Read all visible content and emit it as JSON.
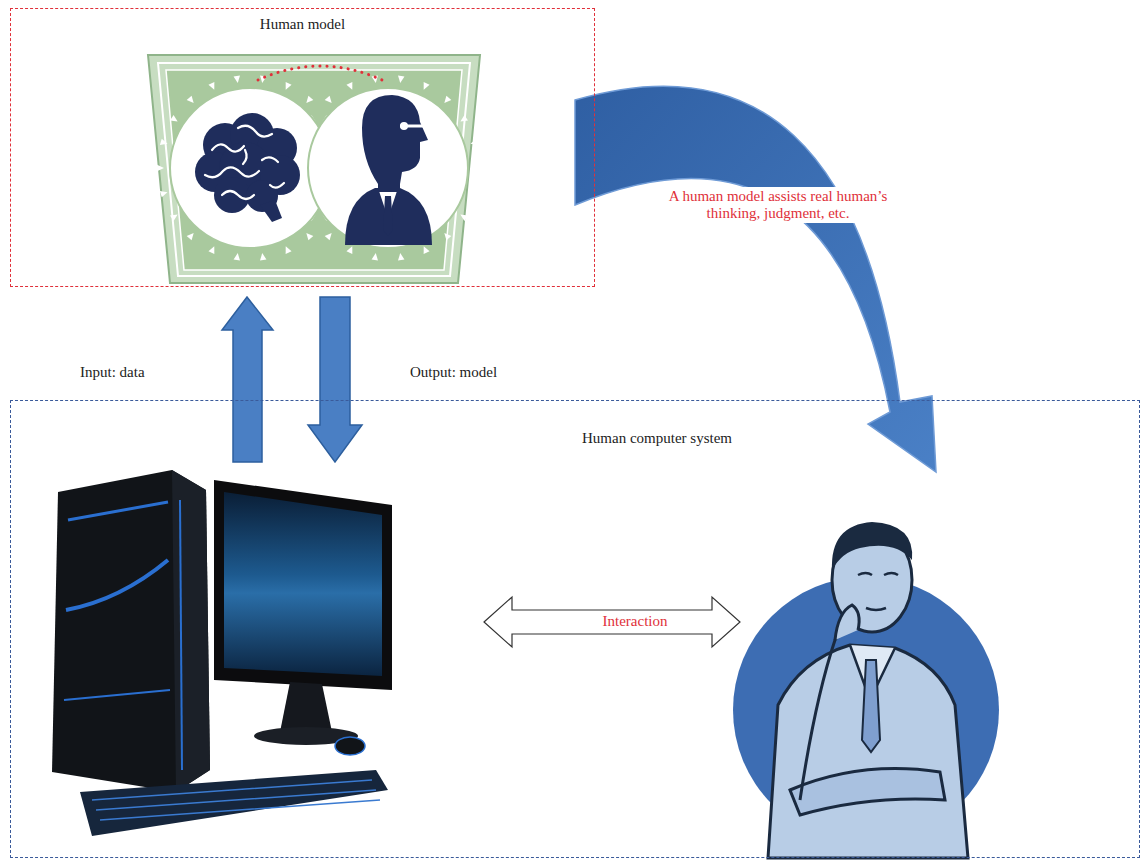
{
  "diagram": {
    "nodes": [
      {
        "text": [
          "Human model"
        ]
      },
      {
        "text": [
          "Human computer system"
        ]
      }
    ],
    "labels": [
      "Input: data",
      "Output: model",
      "Interaction",
      "A human model assists real human’s thinking, judgment, etc."
    ]
  }
}
